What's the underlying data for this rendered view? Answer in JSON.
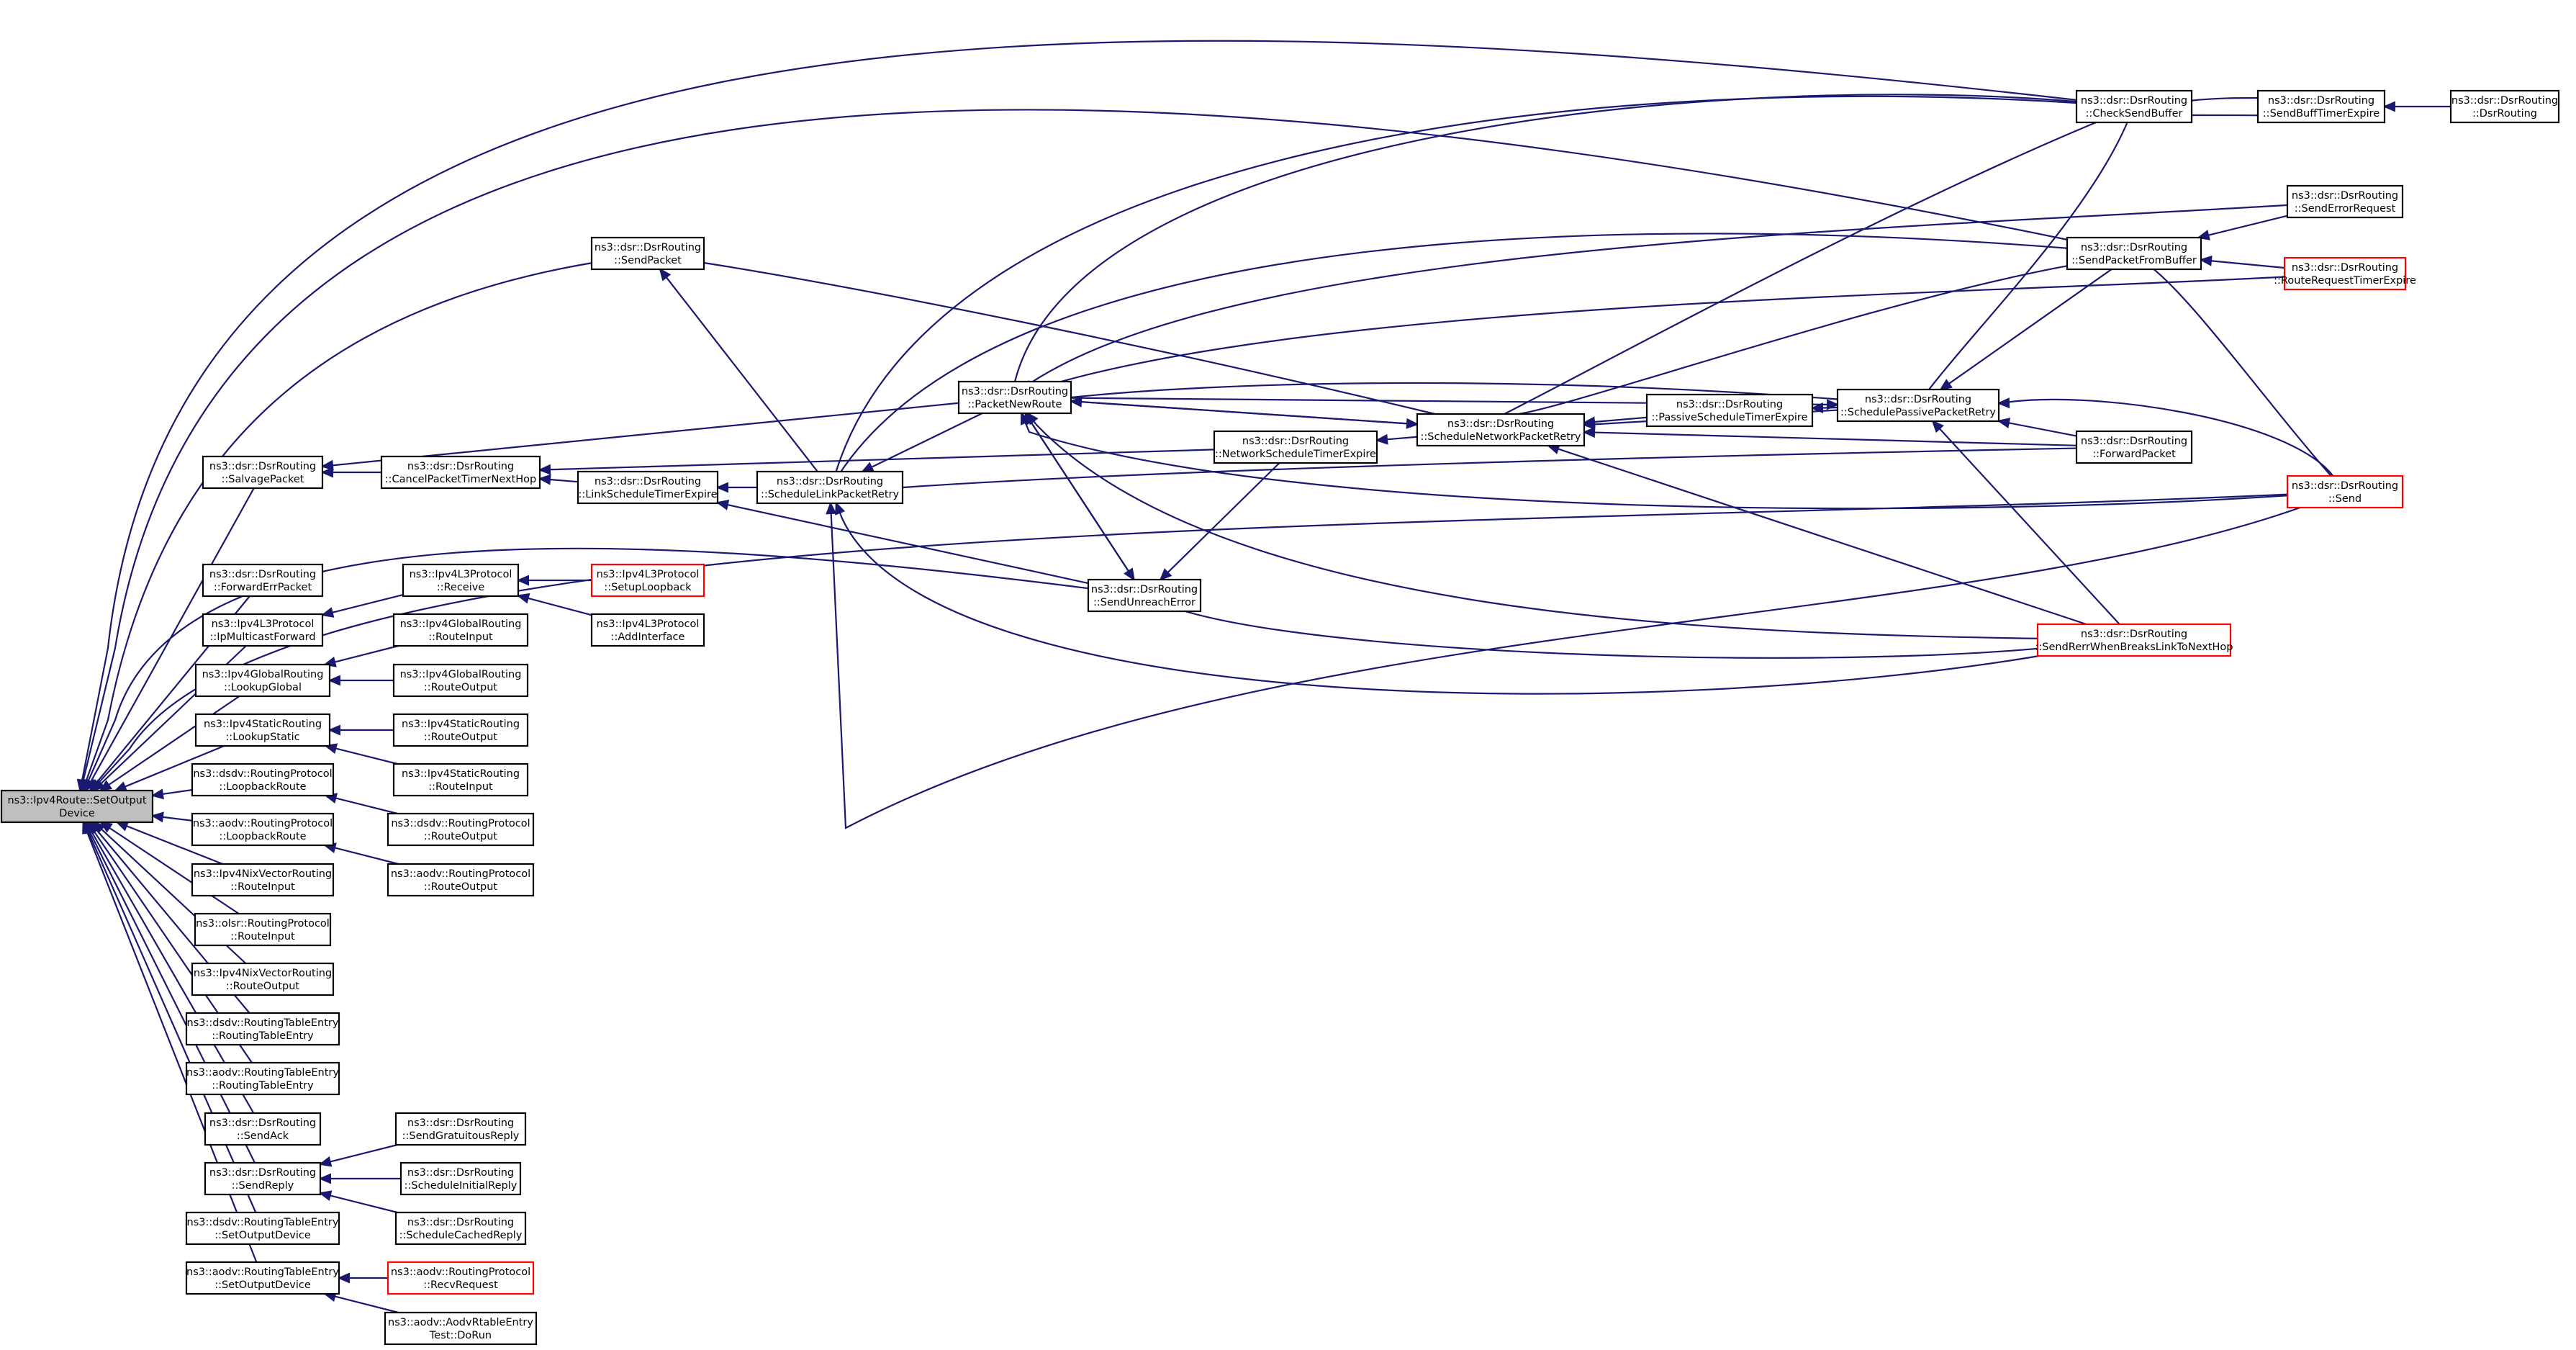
{
  "graph": {
    "kind": "doxygen-caller-graph",
    "colors": {
      "edge": "#191970",
      "node_border": "#000000",
      "truncated_border": "#ff0000",
      "focus_fill": "#bfbfbf",
      "node_fill": "#ffffff"
    },
    "nodes": [
      {
        "id": "root",
        "lines": [
          "ns3::Ipv4Route::SetOutput",
          "Device"
        ],
        "focus": true
      },
      {
        "id": "salvage",
        "lines": [
          "ns3::dsr::DsrRouting",
          "::SalvagePacket"
        ]
      },
      {
        "id": "fwderr",
        "lines": [
          "ns3::dsr::DsrRouting",
          "::ForwardErrPacket"
        ]
      },
      {
        "id": "ipmcast",
        "lines": [
          "ns3::Ipv4L3Protocol",
          "::IpMulticastForward"
        ]
      },
      {
        "id": "lookupglobal",
        "lines": [
          "ns3::Ipv4GlobalRouting",
          "::LookupGlobal"
        ]
      },
      {
        "id": "lookupstatic",
        "lines": [
          "ns3::Ipv4StaticRouting",
          "::LookupStatic"
        ]
      },
      {
        "id": "dsdvloop",
        "lines": [
          "ns3::dsdv::RoutingProtocol",
          "::LoopbackRoute"
        ]
      },
      {
        "id": "aodvloop",
        "lines": [
          "ns3::aodv::RoutingProtocol",
          "::LoopbackRoute"
        ]
      },
      {
        "id": "nixin",
        "lines": [
          "ns3::Ipv4NixVectorRouting",
          "::RouteInput"
        ]
      },
      {
        "id": "olsrin",
        "lines": [
          "ns3::olsr::RoutingProtocol",
          "::RouteInput"
        ]
      },
      {
        "id": "nixout",
        "lines": [
          "ns3::Ipv4NixVectorRouting",
          "::RouteOutput"
        ]
      },
      {
        "id": "dsdvrte",
        "lines": [
          "ns3::dsdv::RoutingTableEntry",
          "::RoutingTableEntry"
        ]
      },
      {
        "id": "aodvrte",
        "lines": [
          "ns3::aodv::RoutingTableEntry",
          "::RoutingTableEntry"
        ]
      },
      {
        "id": "sendack",
        "lines": [
          "ns3::dsr::DsrRouting",
          "::SendAck"
        ]
      },
      {
        "id": "sendreply",
        "lines": [
          "ns3::dsr::DsrRouting",
          "::SendReply"
        ]
      },
      {
        "id": "dsdvsetout",
        "lines": [
          "ns3::dsdv::RoutingTableEntry",
          "::SetOutputDevice"
        ]
      },
      {
        "id": "aodvsetout",
        "lines": [
          "ns3::aodv::RoutingTableEntry",
          "::SetOutputDevice"
        ]
      },
      {
        "id": "sendpacket",
        "lines": [
          "ns3::dsr::DsrRouting",
          "::SendPacket"
        ]
      },
      {
        "id": "cancel",
        "lines": [
          "ns3::dsr::DsrRouting",
          "::CancelPacketTimerNextHop"
        ]
      },
      {
        "id": "l3recv",
        "lines": [
          "ns3::Ipv4L3Protocol",
          "::Receive"
        ]
      },
      {
        "id": "globalin",
        "lines": [
          "ns3::Ipv4GlobalRouting",
          "::RouteInput"
        ]
      },
      {
        "id": "globalout",
        "lines": [
          "ns3::Ipv4GlobalRouting",
          "::RouteOutput"
        ]
      },
      {
        "id": "staticout",
        "lines": [
          "ns3::Ipv4StaticRouting",
          "::RouteOutput"
        ]
      },
      {
        "id": "staticin",
        "lines": [
          "ns3::Ipv4StaticRouting",
          "::RouteInput"
        ]
      },
      {
        "id": "dsdvrout",
        "lines": [
          "ns3::dsdv::RoutingProtocol",
          "::RouteOutput"
        ]
      },
      {
        "id": "aodvrout",
        "lines": [
          "ns3::aodv::RoutingProtocol",
          "::RouteOutput"
        ]
      },
      {
        "id": "gratuitous",
        "lines": [
          "ns3::dsr::DsrRouting",
          "::SendGratuitousReply"
        ]
      },
      {
        "id": "initialreply",
        "lines": [
          "ns3::dsr::DsrRouting",
          "::ScheduleInitialReply"
        ]
      },
      {
        "id": "cachedreply",
        "lines": [
          "ns3::dsr::DsrRouting",
          "::ScheduleCachedReply"
        ]
      },
      {
        "id": "recvrequest",
        "lines": [
          "ns3::aodv::RoutingProtocol",
          "::RecvRequest"
        ],
        "truncated": true
      },
      {
        "id": "dorun",
        "lines": [
          "ns3::aodv::AodvRtableEntry",
          "Test::DoRun"
        ]
      },
      {
        "id": "setuploop",
        "lines": [
          "ns3::Ipv4L3Protocol",
          "::SetupLoopback"
        ],
        "truncated": true
      },
      {
        "id": "addif",
        "lines": [
          "ns3::Ipv4L3Protocol",
          "::AddInterface"
        ]
      },
      {
        "id": "linksched",
        "lines": [
          "ns3::dsr::DsrRouting",
          "::LinkScheduleTimerExpire"
        ]
      },
      {
        "id": "linkretry",
        "lines": [
          "ns3::dsr::DsrRouting",
          "::ScheduleLinkPacketRetry"
        ]
      },
      {
        "id": "newroute",
        "lines": [
          "ns3::dsr::DsrRouting",
          "::PacketNewRoute"
        ]
      },
      {
        "id": "unreach",
        "lines": [
          "ns3::dsr::DsrRouting",
          "::SendUnreachError"
        ]
      },
      {
        "id": "netsched",
        "lines": [
          "ns3::dsr::DsrRouting",
          "::NetworkScheduleTimerExpire"
        ]
      },
      {
        "id": "netretry",
        "lines": [
          "ns3::dsr::DsrRouting",
          "::ScheduleNetworkPacketRetry"
        ]
      },
      {
        "id": "passsched",
        "lines": [
          "ns3::dsr::DsrRouting",
          "::PassiveScheduleTimerExpire"
        ]
      },
      {
        "id": "passretry",
        "lines": [
          "ns3::dsr::DsrRouting",
          "::SchedulePassivePacketRetry"
        ]
      },
      {
        "id": "checkbuf",
        "lines": [
          "ns3::dsr::DsrRouting",
          "::CheckSendBuffer"
        ]
      },
      {
        "id": "buffexpire",
        "lines": [
          "ns3::dsr::DsrRouting",
          "::SendBuffTimerExpire"
        ]
      },
      {
        "id": "dsrctor",
        "lines": [
          "ns3::dsr::DsrRouting",
          "::DsrRouting"
        ]
      },
      {
        "id": "senderr",
        "lines": [
          "ns3::dsr::DsrRouting",
          "::SendErrorRequest"
        ]
      },
      {
        "id": "fromBuffer",
        "lines": [
          "ns3::dsr::DsrRouting",
          "::SendPacketFromBuffer"
        ]
      },
      {
        "id": "rreqexpire",
        "lines": [
          "ns3::dsr::DsrRouting",
          "::RouteRequestTimerExpire"
        ],
        "truncated": true
      },
      {
        "id": "fwdpacket",
        "lines": [
          "ns3::dsr::DsrRouting",
          "::ForwardPacket"
        ]
      },
      {
        "id": "send",
        "lines": [
          "ns3::dsr::DsrRouting",
          "::Send"
        ],
        "truncated": true
      },
      {
        "id": "rerr",
        "lines": [
          "ns3::dsr::DsrRouting",
          "::SendRerrWhenBreaksLinkToNextHop"
        ],
        "truncated": true
      }
    ],
    "edges": [
      {
        "from": "salvage",
        "to": "root"
      },
      {
        "from": "fwderr",
        "to": "root"
      },
      {
        "from": "ipmcast",
        "to": "root"
      },
      {
        "from": "lookupglobal",
        "to": "root"
      },
      {
        "from": "lookupstatic",
        "to": "root"
      },
      {
        "from": "dsdvloop",
        "to": "root"
      },
      {
        "from": "aodvloop",
        "to": "root"
      },
      {
        "from": "nixin",
        "to": "root"
      },
      {
        "from": "olsrin",
        "to": "root"
      },
      {
        "from": "nixout",
        "to": "root"
      },
      {
        "from": "dsdvrte",
        "to": "root"
      },
      {
        "from": "aodvrte",
        "to": "root"
      },
      {
        "from": "sendack",
        "to": "root"
      },
      {
        "from": "sendreply",
        "to": "root"
      },
      {
        "from": "dsdvsetout",
        "to": "root"
      },
      {
        "from": "aodvsetout",
        "to": "root"
      },
      {
        "from": "sendpacket",
        "to": "root"
      },
      {
        "from": "unreach",
        "to": "root"
      },
      {
        "from": "checkbuf",
        "to": "root"
      },
      {
        "from": "fromBuffer",
        "to": "root"
      },
      {
        "from": "send",
        "to": "root"
      },
      {
        "from": "cancel",
        "to": "salvage"
      },
      {
        "from": "l3recv",
        "to": "ipmcast"
      },
      {
        "from": "setuploop",
        "to": "l3recv"
      },
      {
        "from": "addif",
        "to": "l3recv"
      },
      {
        "from": "globalin",
        "to": "lookupglobal"
      },
      {
        "from": "globalout",
        "to": "lookupglobal"
      },
      {
        "from": "staticout",
        "to": "lookupstatic"
      },
      {
        "from": "staticin",
        "to": "lookupstatic"
      },
      {
        "from": "dsdvrout",
        "to": "dsdvloop"
      },
      {
        "from": "aodvrout",
        "to": "aodvloop"
      },
      {
        "from": "gratuitous",
        "to": "sendreply"
      },
      {
        "from": "initialreply",
        "to": "sendreply"
      },
      {
        "from": "cachedreply",
        "to": "sendreply"
      },
      {
        "from": "recvrequest",
        "to": "aodvsetout"
      },
      {
        "from": "dorun",
        "to": "aodvsetout"
      },
      {
        "from": "linksched",
        "to": "cancel"
      },
      {
        "from": "netsched",
        "to": "cancel"
      },
      {
        "from": "linkretry",
        "to": "linksched"
      },
      {
        "from": "unreach",
        "to": "linksched"
      },
      {
        "from": "newroute",
        "to": "salvage"
      },
      {
        "from": "linkretry",
        "to": "sendpacket"
      },
      {
        "from": "netretry",
        "to": "sendpacket"
      },
      {
        "from": "newroute",
        "to": "linkretry"
      },
      {
        "from": "checkbuf",
        "to": "linkretry"
      },
      {
        "from": "fromBuffer",
        "to": "linkretry"
      },
      {
        "from": "fwdpacket",
        "to": "linkretry"
      },
      {
        "from": "rerr",
        "to": "linkretry"
      },
      {
        "from": "send",
        "to": "linkretry"
      },
      {
        "from": "unreach",
        "to": "newroute"
      },
      {
        "from": "netretry",
        "to": "newroute"
      },
      {
        "from": "checkbuf",
        "to": "newroute"
      },
      {
        "from": "senderr",
        "to": "newroute"
      },
      {
        "from": "rreqexpire",
        "to": "newroute"
      },
      {
        "from": "passretry",
        "to": "newroute"
      },
      {
        "from": "send",
        "to": "newroute"
      },
      {
        "from": "rerr",
        "to": "newroute"
      },
      {
        "from": "newroute",
        "to": "unreach"
      },
      {
        "from": "netsched",
        "to": "unreach"
      },
      {
        "from": "rerr",
        "to": "unreach"
      },
      {
        "from": "netretry",
        "to": "netsched"
      },
      {
        "from": "newroute",
        "to": "netretry"
      },
      {
        "from": "passsched",
        "to": "netretry"
      },
      {
        "from": "passretry",
        "to": "netretry"
      },
      {
        "from": "checkbuf",
        "to": "netretry"
      },
      {
        "from": "fromBuffer",
        "to": "netretry"
      },
      {
        "from": "fwdpacket",
        "to": "netretry"
      },
      {
        "from": "rerr",
        "to": "netretry"
      },
      {
        "from": "passretry",
        "to": "passsched"
      },
      {
        "from": "newroute",
        "to": "passretry"
      },
      {
        "from": "checkbuf",
        "to": "passretry"
      },
      {
        "from": "fromBuffer",
        "to": "passretry"
      },
      {
        "from": "fwdpacket",
        "to": "passretry"
      },
      {
        "from": "rerr",
        "to": "passretry"
      },
      {
        "from": "send",
        "to": "passretry"
      },
      {
        "from": "buffexpire",
        "to": "checkbuf"
      },
      {
        "from": "checkbuf",
        "to": "buffexpire"
      },
      {
        "from": "dsrctor",
        "to": "buffexpire"
      },
      {
        "from": "senderr",
        "to": "fromBuffer"
      },
      {
        "from": "rreqexpire",
        "to": "fromBuffer"
      },
      {
        "from": "send",
        "to": "fromBuffer"
      }
    ]
  }
}
